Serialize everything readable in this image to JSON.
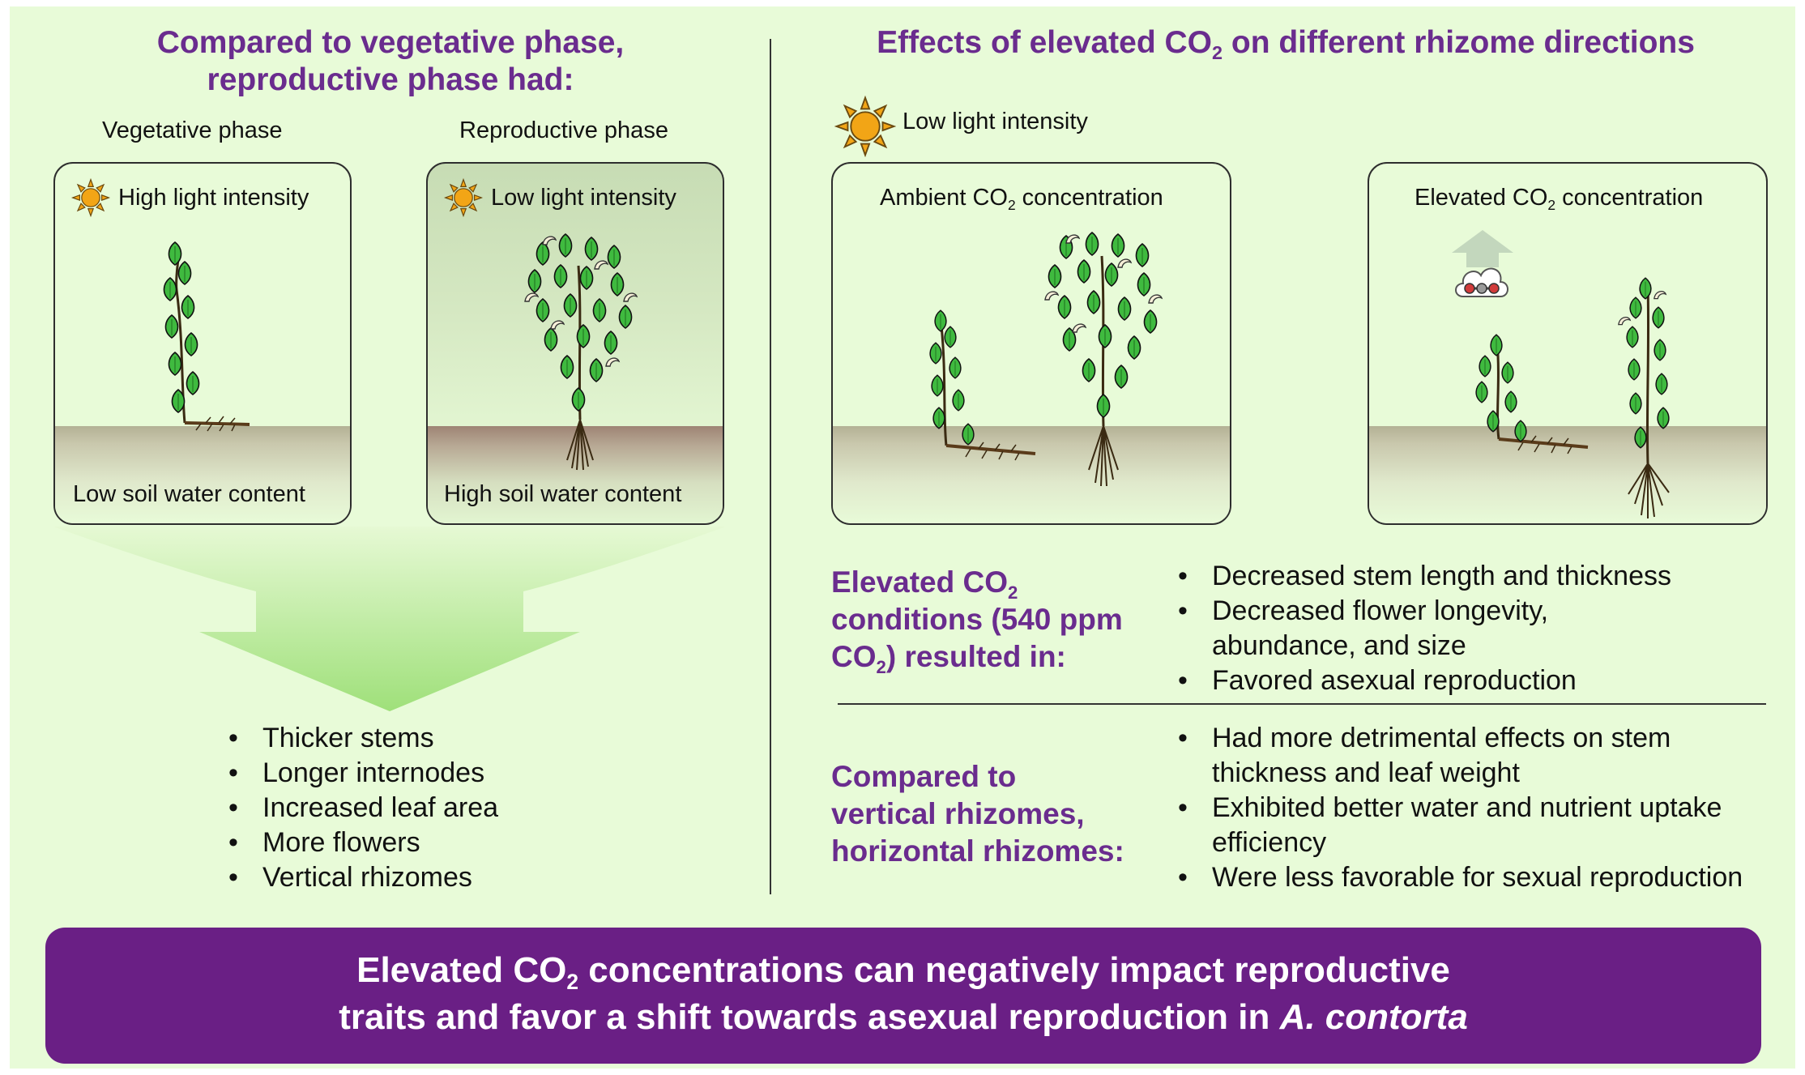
{
  "left": {
    "heading_line1": "Compared to vegetative phase,",
    "heading_line2": "reproductive phase had:",
    "vegetative": {
      "title": "Vegetative phase",
      "light": "High light intensity",
      "soil": "Low soil water content"
    },
    "reproductive": {
      "title": "Reproductive phase",
      "light": "Low light intensity",
      "soil": "High soil water content"
    },
    "traits": [
      "Thicker stems",
      "Longer internodes",
      "Increased leaf area",
      "More flowers",
      "Vertical rhizomes"
    ]
  },
  "right": {
    "heading_pre": "Effects of elevated CO",
    "heading_sub": "2",
    "heading_post": " on different rhizome directions",
    "light": "Low light intensity",
    "ambient": {
      "pre": "Ambient CO",
      "sub": "2",
      "post": " concentration"
    },
    "elevated": {
      "pre": "Elevated CO",
      "sub": "2",
      "post": " concentration"
    },
    "elevated_label": {
      "l1_pre": "Elevated CO",
      "l1_sub": "2",
      "l2": "conditions (540 ppm",
      "l3_pre": "CO",
      "l3_sub": "2",
      "l3_post": ") resulted in:"
    },
    "elevated_effects": [
      "Decreased stem length and thickness",
      "Decreased flower longevity,",
      "abundance, and size",
      "Favored asexual reproduction"
    ],
    "horizontal_label": [
      "Compared to",
      "vertical rhizomes,",
      "horizontal rhizomes:"
    ],
    "horizontal_effects": [
      "Had more detrimental effects on stem",
      "thickness and leaf weight",
      "Exhibited better water and nutrient uptake",
      "efficiency",
      "Were less favorable for sexual reproduction"
    ]
  },
  "banner": {
    "l1_pre": "Elevated CO",
    "l1_sub": "2",
    "l1_post": " concentrations can negatively impact reproductive",
    "l2_pre": "traits and favor a shift towards asexual reproduction in ",
    "l2_species": "A. contorta"
  },
  "colors": {
    "background": "#e8fbd8",
    "accent_purple": "#6a2c8e",
    "banner": "#6a1f85",
    "leaf": "#3fba3f",
    "sun": "#f2a516"
  }
}
